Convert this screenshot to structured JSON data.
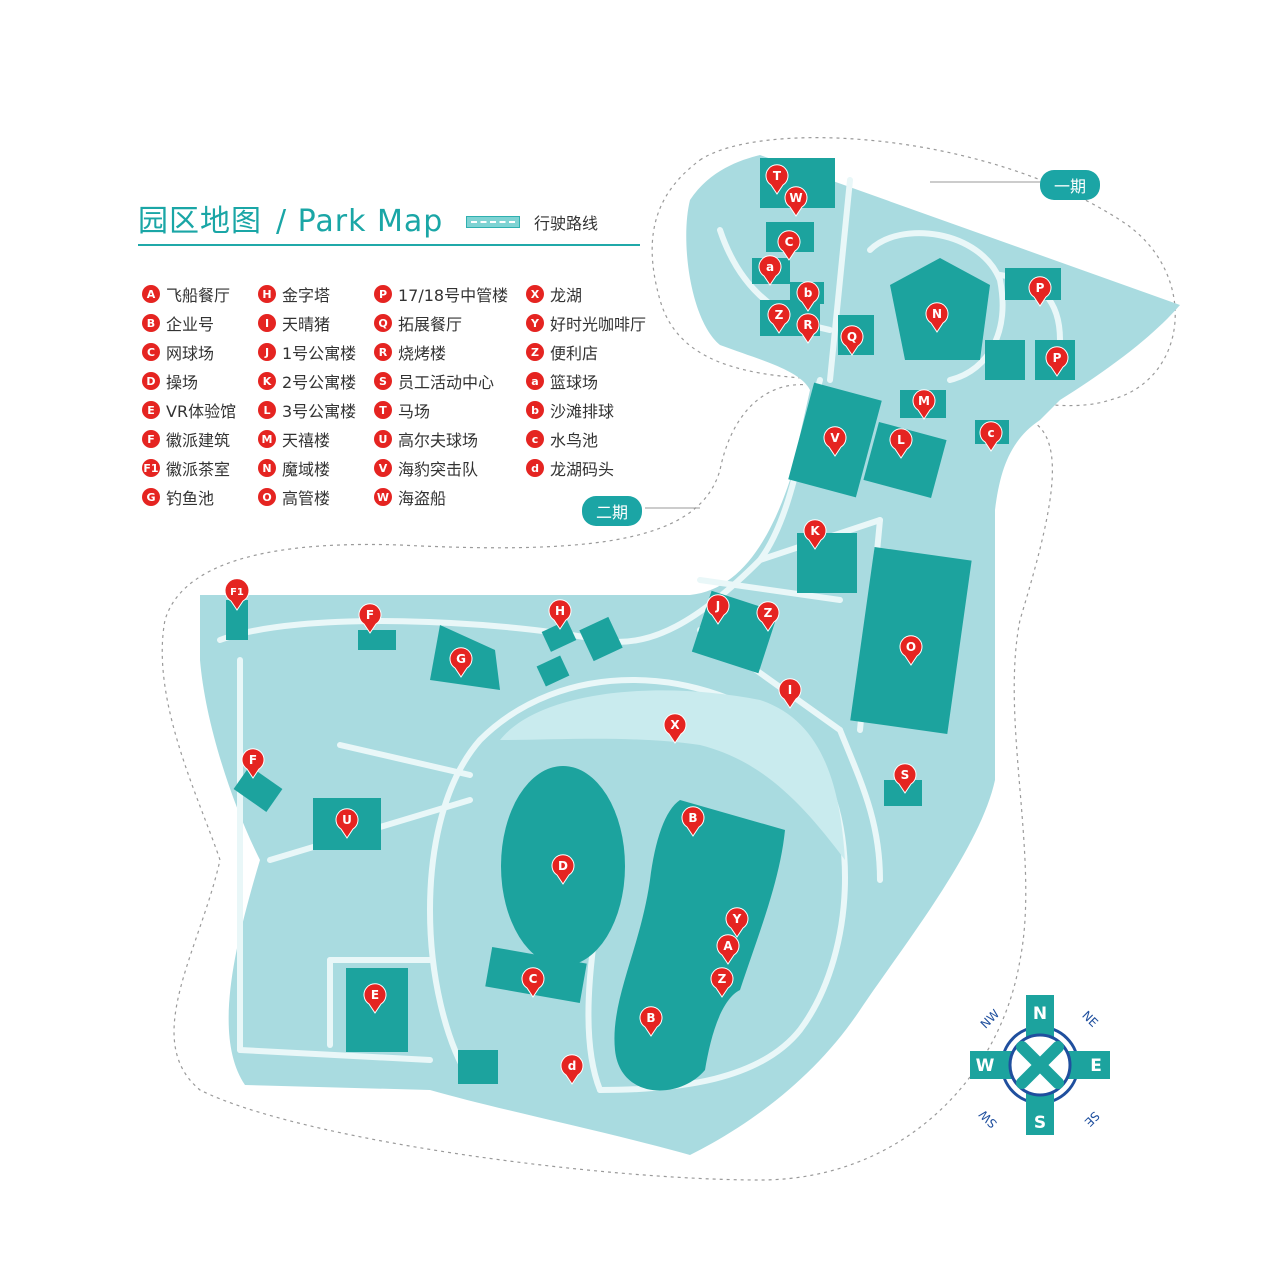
{
  "header": {
    "title_zh": "园区地图",
    "title_en": "/ Park Map",
    "route_legend_label": "行驶路线"
  },
  "phases": [
    {
      "id": "phase-1",
      "label": "一期"
    },
    {
      "id": "phase-2",
      "label": "二期"
    }
  ],
  "legend": [
    {
      "code": "A",
      "name": "飞船餐厅"
    },
    {
      "code": "B",
      "name": "企业号"
    },
    {
      "code": "C",
      "name": "网球场"
    },
    {
      "code": "D",
      "name": "操场"
    },
    {
      "code": "E",
      "name": "VR体验馆"
    },
    {
      "code": "F",
      "name": "徽派建筑"
    },
    {
      "code": "F1",
      "name": "徽派茶室"
    },
    {
      "code": "G",
      "name": "钓鱼池"
    },
    {
      "code": "H",
      "name": "金字塔"
    },
    {
      "code": "I",
      "name": "天晴猪"
    },
    {
      "code": "J",
      "name": "1号公寓楼"
    },
    {
      "code": "K",
      "name": "2号公寓楼"
    },
    {
      "code": "L",
      "name": "3号公寓楼"
    },
    {
      "code": "M",
      "name": "天禧楼"
    },
    {
      "code": "N",
      "name": "魔域楼"
    },
    {
      "code": "O",
      "name": "高管楼"
    },
    {
      "code": "P",
      "name": "17/18号中管楼"
    },
    {
      "code": "Q",
      "name": "拓展餐厅"
    },
    {
      "code": "R",
      "name": "烧烤楼"
    },
    {
      "code": "S",
      "name": "员工活动中心"
    },
    {
      "code": "T",
      "name": "马场"
    },
    {
      "code": "U",
      "name": "高尔夫球场"
    },
    {
      "code": "V",
      "name": "海豹突击队"
    },
    {
      "code": "W",
      "name": "海盗船"
    },
    {
      "code": "X",
      "name": "龙湖"
    },
    {
      "code": "Y",
      "name": "好时光咖啡厅"
    },
    {
      "code": "Z",
      "name": "便利店"
    },
    {
      "code": "a",
      "name": "篮球场"
    },
    {
      "code": "b",
      "name": "沙滩排球"
    },
    {
      "code": "c",
      "name": "水鸟池"
    },
    {
      "code": "d",
      "name": "龙湖码头"
    }
  ],
  "compass": {
    "N": "N",
    "S": "S",
    "E": "E",
    "W": "W",
    "NE": "NE",
    "NW": "NW",
    "SE": "SE",
    "SW": "SW"
  },
  "colors": {
    "land": "#a9dbe0",
    "building": "#1ca39e",
    "road": "#e8f6f7",
    "pin": "#e52421",
    "accent": "#1aa6a6",
    "compass_blue": "#1f4f9e"
  }
}
